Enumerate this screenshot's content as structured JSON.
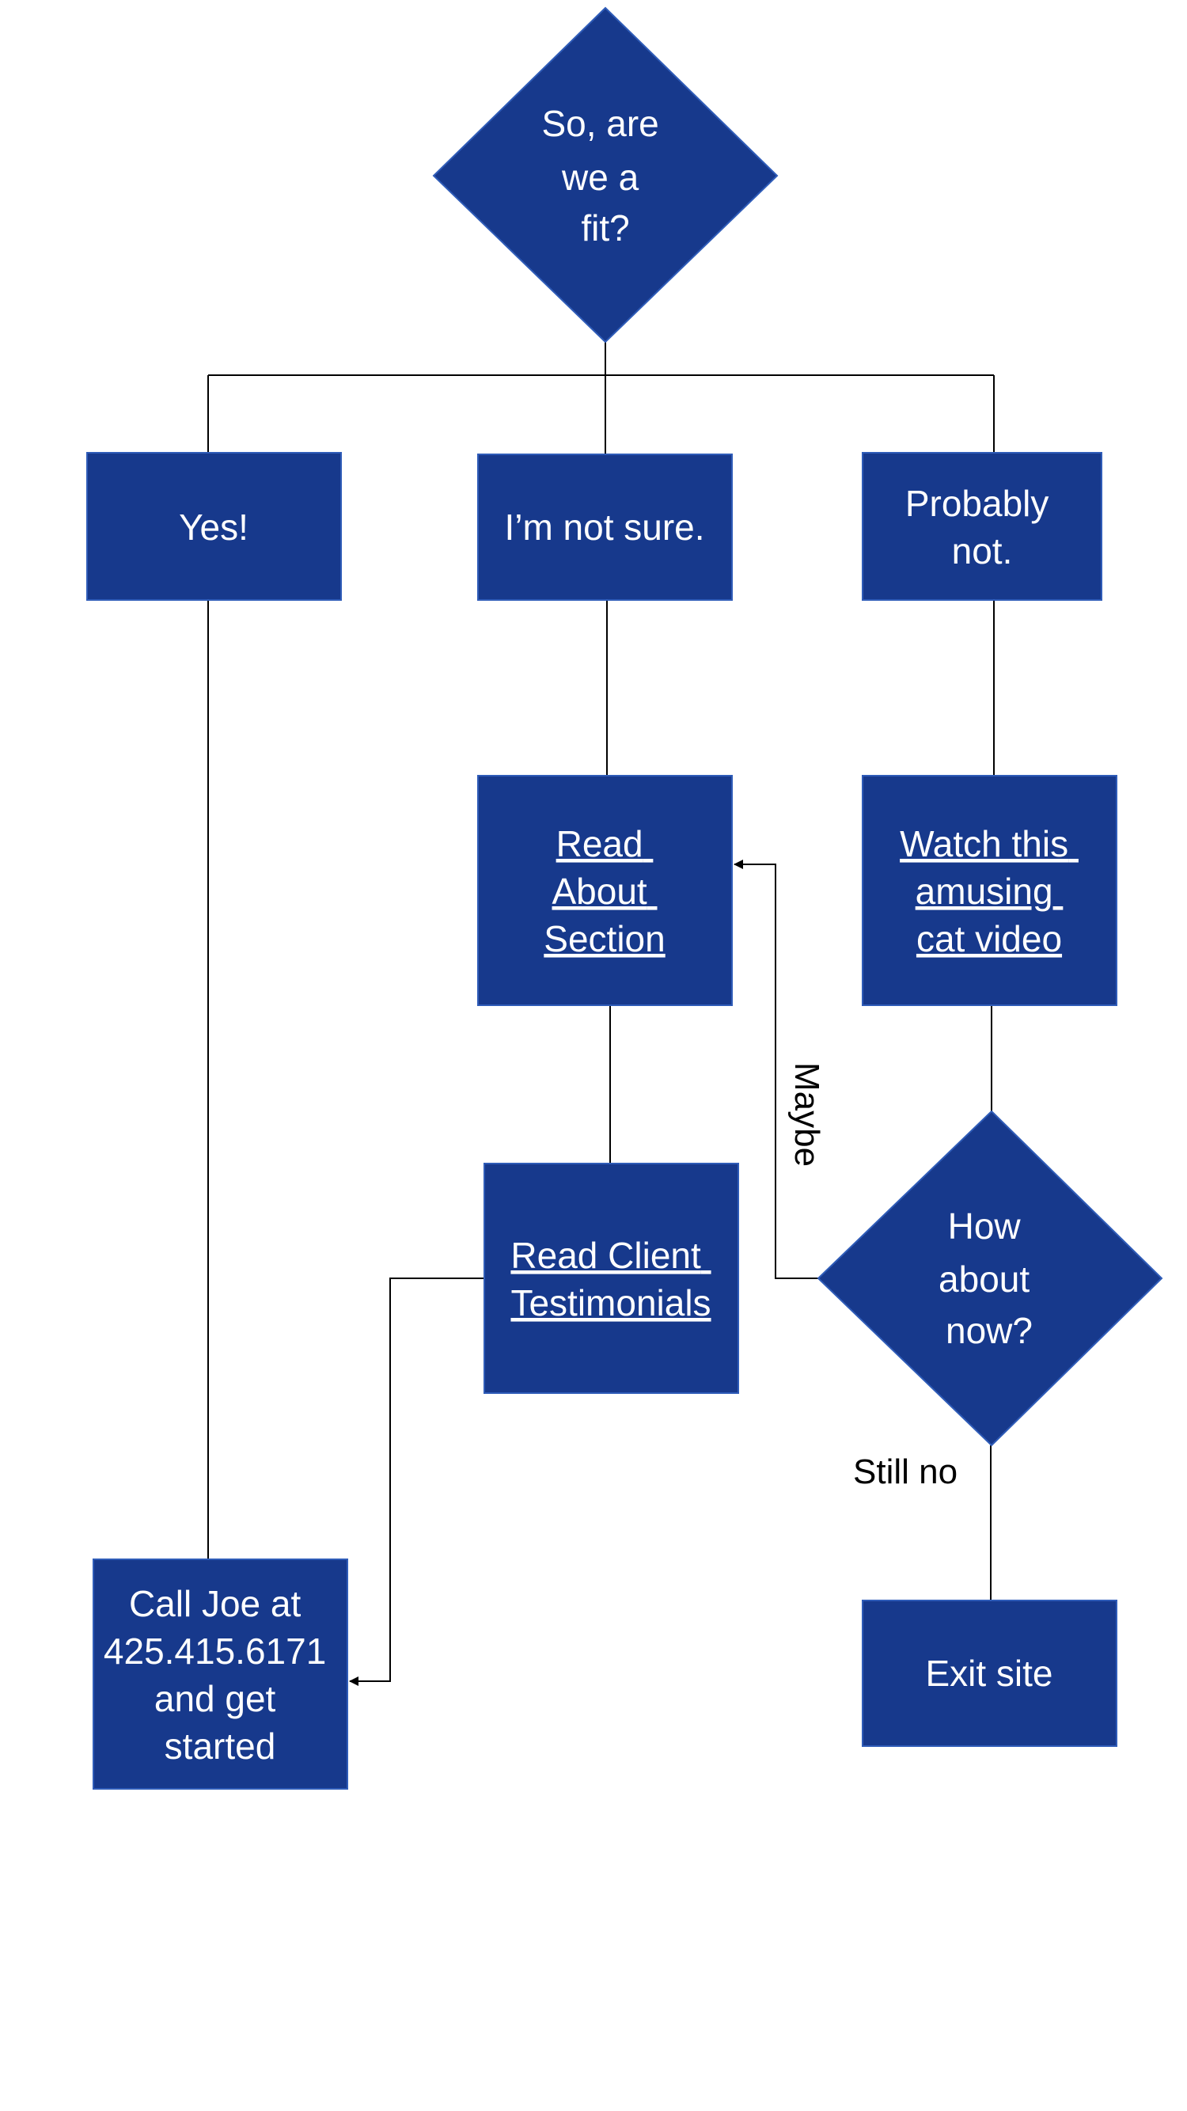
{
  "nodes": {
    "start": {
      "lines": [
        "So, are",
        "we a",
        "fit?"
      ]
    },
    "yes": {
      "lines": [
        "Yes!"
      ]
    },
    "not_sure": {
      "lines": [
        "I’m not sure."
      ]
    },
    "probably_not": {
      "lines": [
        "Probably",
        "not."
      ]
    },
    "read_about": {
      "lines": [
        "Read",
        "About",
        "Section"
      ]
    },
    "watch_video": {
      "lines": [
        "Watch this",
        "amusing",
        "cat video"
      ]
    },
    "read_testimonials": {
      "lines": [
        "Read Client",
        "Testimonials"
      ]
    },
    "how_about_now": {
      "lines": [
        "How",
        "about",
        "now?"
      ]
    },
    "call_joe": {
      "lines": [
        "Call Joe at",
        "425.415.6171",
        "and get",
        "started"
      ]
    },
    "exit_site": {
      "lines": [
        "Exit site"
      ]
    }
  },
  "edge_labels": {
    "maybe": "Maybe",
    "still_no": "Still no"
  },
  "colors": {
    "node_fill": "#17398c",
    "node_border": "#2f5cb8",
    "node_text": "#ffffff",
    "connector": "#000000"
  }
}
